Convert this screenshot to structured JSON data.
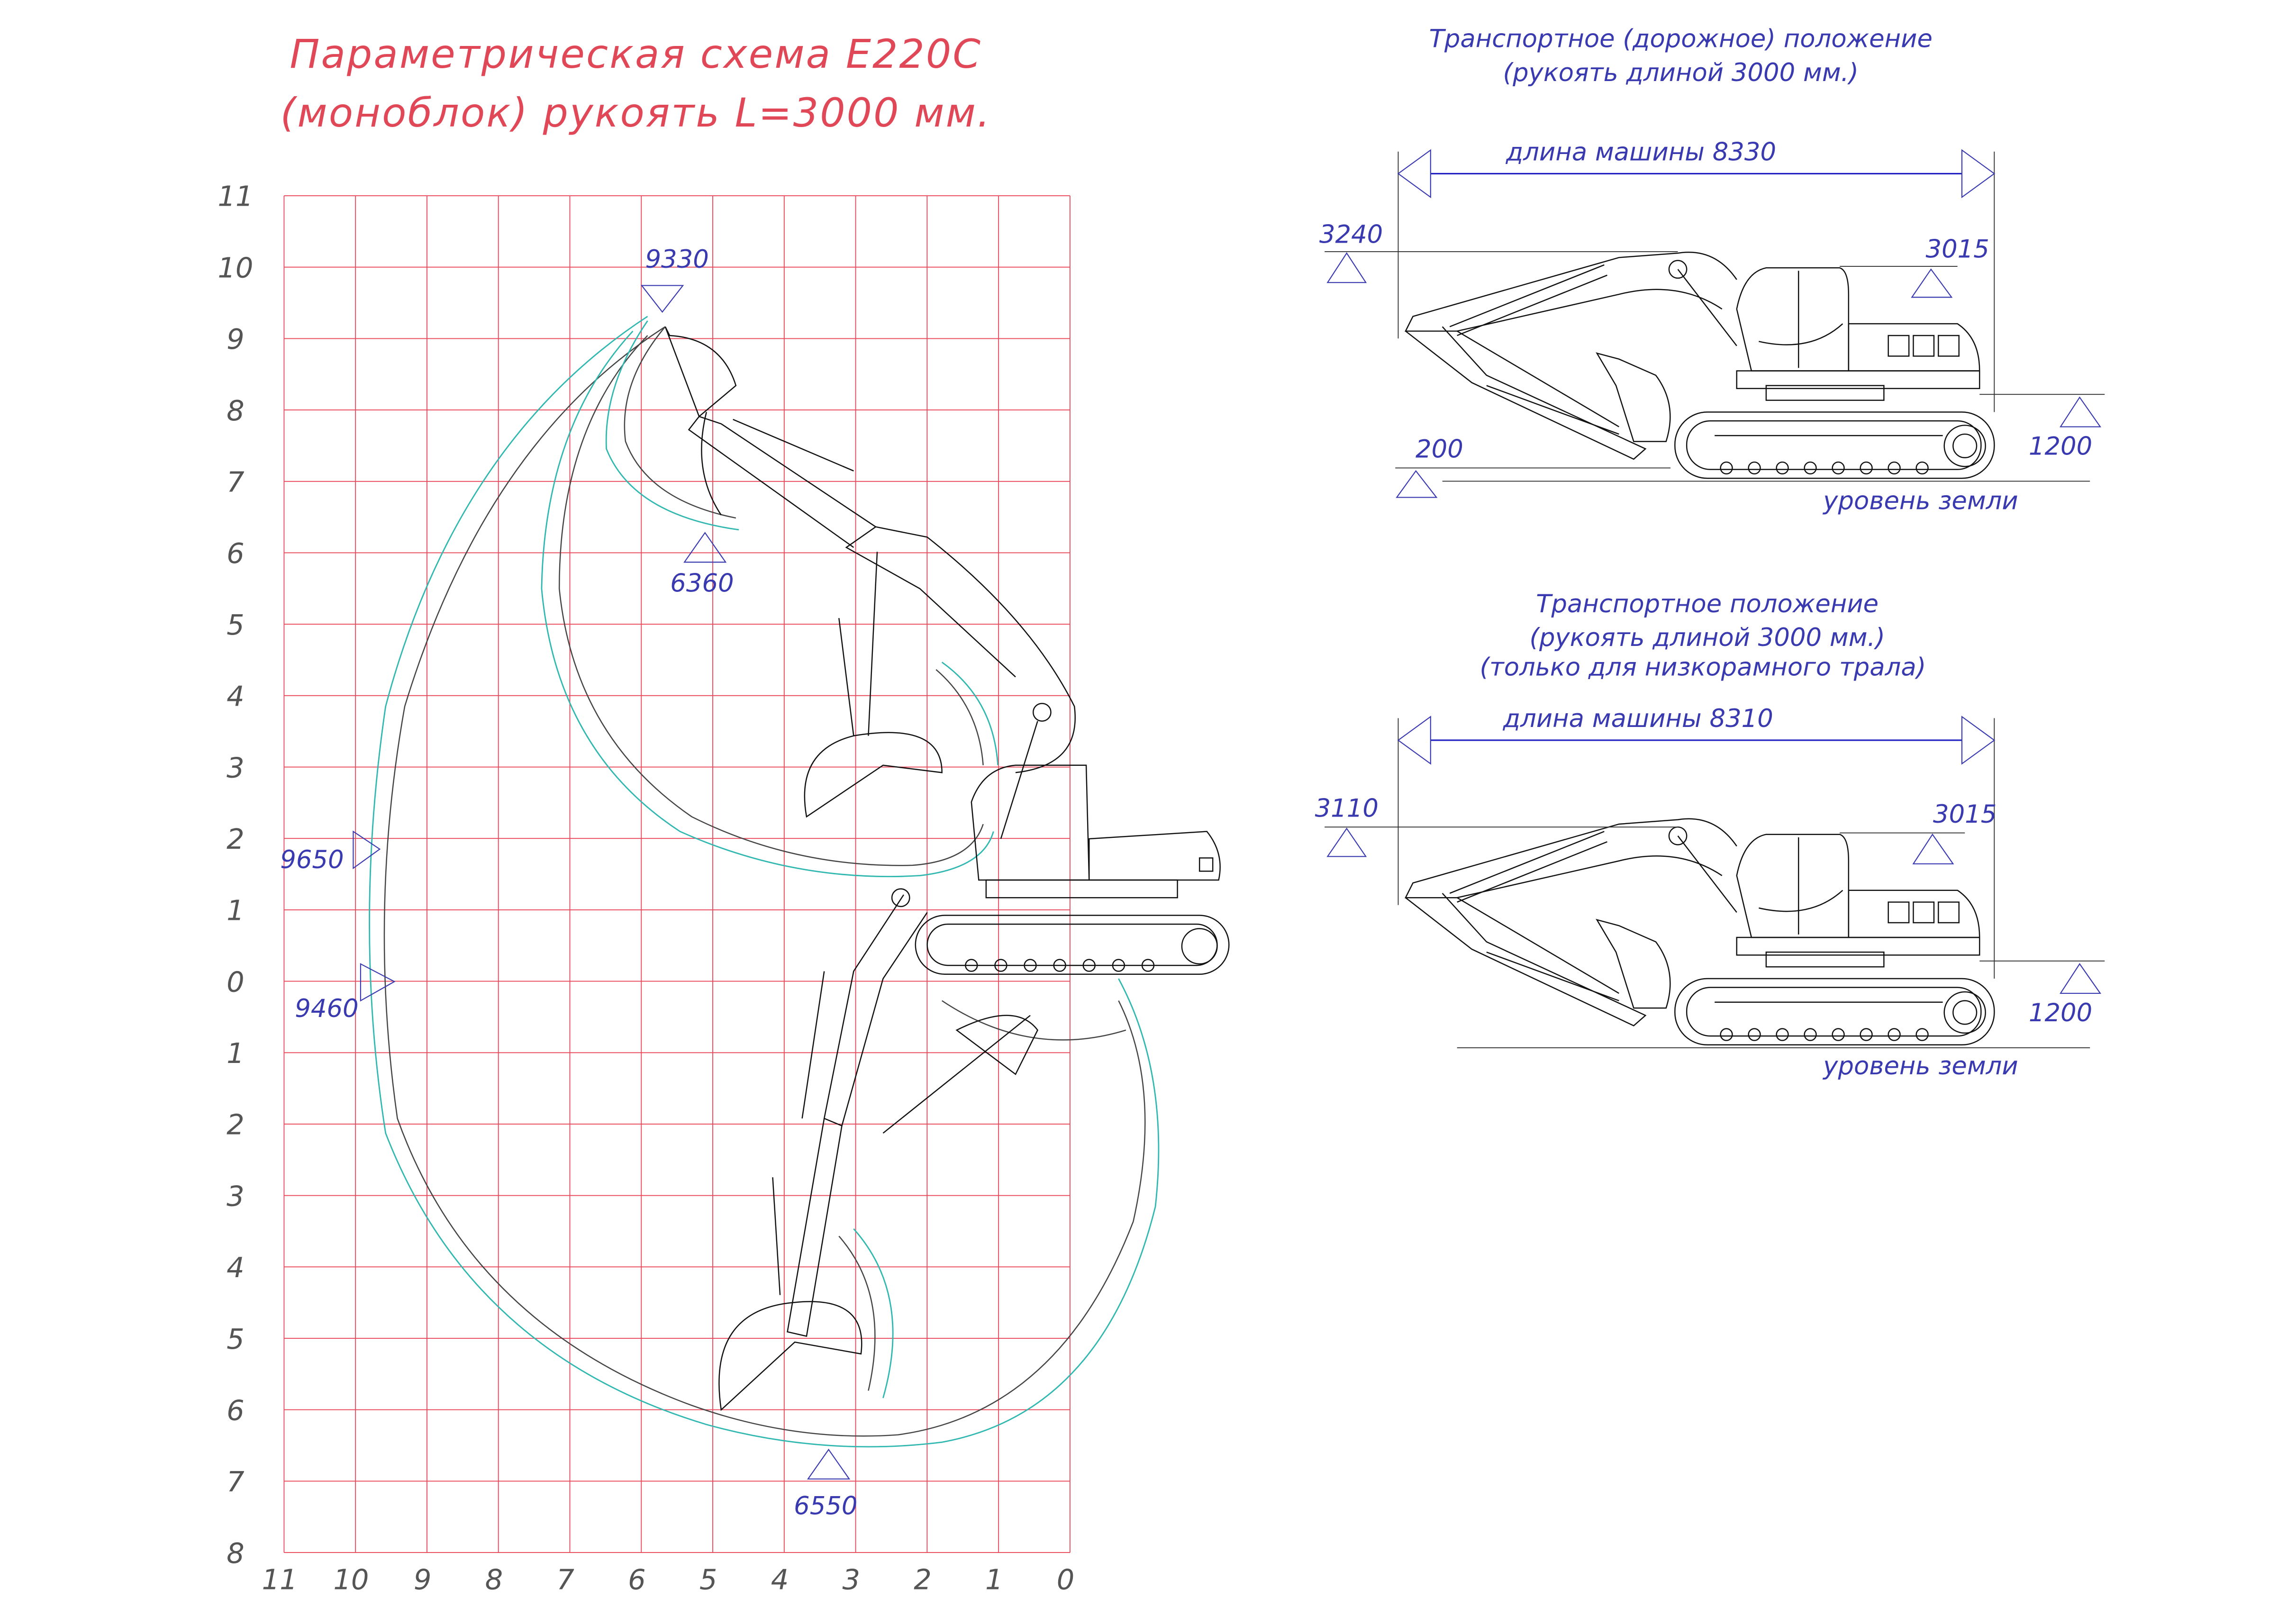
{
  "main": {
    "title_line1": "Параметрическая схема E220C",
    "title_line2": "(моноблок) рукоять L=3000 мм.",
    "y_ticks": [
      "11",
      "10",
      "9",
      "8",
      "7",
      "6",
      "5",
      "4",
      "3",
      "2",
      "1",
      "0",
      "1",
      "2",
      "3",
      "4",
      "5",
      "6",
      "7",
      "8"
    ],
    "x_ticks": [
      "11",
      "10",
      "9",
      "8",
      "7",
      "6",
      "5",
      "4",
      "3",
      "2",
      "1",
      "0"
    ],
    "annotations": {
      "max_height": "9330",
      "dump_height": "6360",
      "max_reach": "9650",
      "reach_ground": "9460",
      "dig_depth": "6550"
    }
  },
  "transport_road": {
    "title_line1": "Транспортное (дорожное) положение",
    "title_line2": "(рукоять длиной 3000 мм.)",
    "length_label": "длина машины 8330",
    "boom_height": "3240",
    "cab_height": "3015",
    "bucket_clearance": "200",
    "counterweight_clearance": "1200",
    "ground_label": "уровень земли"
  },
  "transport_trailer": {
    "title_line1": "Транспортное положение",
    "title_line2": "(рукоять длиной 3000 мм.)",
    "title_line3": "(только для низкорамного трала)",
    "length_label": "длина машины 8310",
    "boom_height": "3110",
    "cab_height": "3015",
    "counterweight_clearance": "1200",
    "ground_label": "уровень земли"
  },
  "colors": {
    "grid": "#e8485a",
    "title": "#e04858",
    "dimension": "#3a3ab0",
    "envelope": "#30b8b0"
  }
}
